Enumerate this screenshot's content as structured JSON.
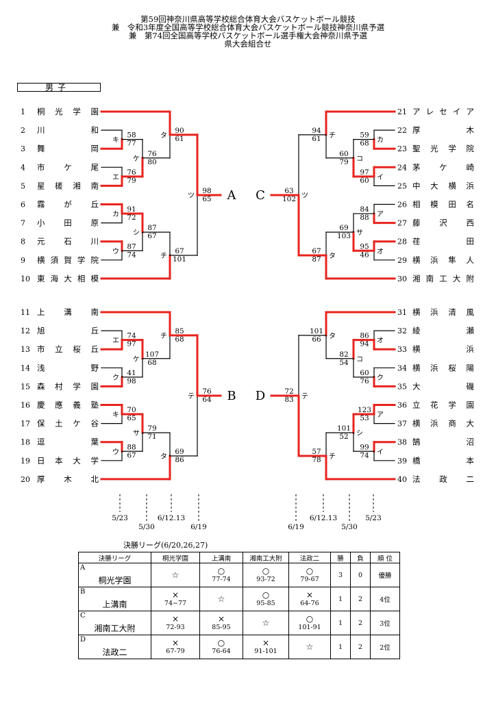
{
  "titles": [
    "第59回神奈川県高等学校総合体育大会バスケットボール競技",
    "兼　令和3年度全国高等学校総合体育大会バスケットボール競技神奈川県予選",
    "兼　第74回全国高等学校バスケットボール選手権大会神奈川県予選",
    "県大会組合せ"
  ],
  "section": "男子",
  "teams_left": [
    {
      "no": "1",
      "name": "桐光学園"
    },
    {
      "no": "2",
      "name": "川和"
    },
    {
      "no": "3",
      "name": "舞岡"
    },
    {
      "no": "4",
      "name": "市ケ尾"
    },
    {
      "no": "5",
      "name": "星槎湘南"
    },
    {
      "no": "6",
      "name": "霧が丘"
    },
    {
      "no": "7",
      "name": "小田原"
    },
    {
      "no": "8",
      "name": "元石川"
    },
    {
      "no": "9",
      "name": "横須賀学院"
    },
    {
      "no": "10",
      "name": "東海大相模"
    },
    {
      "no": "11",
      "name": "上溝南"
    },
    {
      "no": "12",
      "name": "旭丘"
    },
    {
      "no": "13",
      "name": "市立桜丘"
    },
    {
      "no": "14",
      "name": "浅野"
    },
    {
      "no": "15",
      "name": "森村学園"
    },
    {
      "no": "16",
      "name": "慶應義塾"
    },
    {
      "no": "17",
      "name": "保土ケ谷"
    },
    {
      "no": "18",
      "name": "逗葉"
    },
    {
      "no": "19",
      "name": "日本大学"
    },
    {
      "no": "20",
      "name": "厚木北"
    }
  ],
  "teams_right": [
    {
      "no": "21",
      "name": "アレセイア"
    },
    {
      "no": "22",
      "name": "厚木"
    },
    {
      "no": "23",
      "name": "聖光学院"
    },
    {
      "no": "24",
      "name": "茅ケ崎"
    },
    {
      "no": "25",
      "name": "中大横浜"
    },
    {
      "no": "26",
      "name": "相模田名"
    },
    {
      "no": "27",
      "name": "藤沢西"
    },
    {
      "no": "28",
      "name": "荏田"
    },
    {
      "no": "29",
      "name": "横浜隼人"
    },
    {
      "no": "30",
      "name": "湘南工大附"
    },
    {
      "no": "31",
      "name": "横浜清風"
    },
    {
      "no": "32",
      "name": "綾瀬"
    },
    {
      "no": "33",
      "name": "横浜"
    },
    {
      "no": "34",
      "name": "横浜桜陽"
    },
    {
      "no": "35",
      "name": "大磯"
    },
    {
      "no": "36",
      "name": "立花学園"
    },
    {
      "no": "37",
      "name": "横浜商大"
    },
    {
      "no": "38",
      "name": "鵠沼"
    },
    {
      "no": "39",
      "name": "橋本"
    },
    {
      "no": "40",
      "name": "法政二"
    }
  ],
  "blocks": [
    "A",
    "B",
    "C",
    "D"
  ],
  "games_left": [
    {
      "code": "キ",
      "top": "58",
      "bottom": "77"
    },
    {
      "code": "エ",
      "top": "76",
      "bottom": "79"
    },
    {
      "code": "カ",
      "top": "91",
      "bottom": "72"
    },
    {
      "code": "ウ",
      "top": "87",
      "bottom": "74"
    },
    {
      "code": "ケ",
      "top": "76",
      "bottom": "80"
    },
    {
      "code": "シ",
      "top": "87",
      "bottom": "67"
    },
    {
      "code": "タ",
      "top": "90",
      "bottom": "61"
    },
    {
      "code": "チ",
      "top": "67",
      "bottom": "101"
    },
    {
      "code": "ツ",
      "top": "98",
      "bottom": "65"
    },
    {
      "code": "エ",
      "top": "74",
      "bottom": "97"
    },
    {
      "code": "ク",
      "top": "41",
      "bottom": "98"
    },
    {
      "code": "キ",
      "top": "70",
      "bottom": "65"
    },
    {
      "code": "ウ",
      "top": "88",
      "bottom": "67"
    },
    {
      "code": "ケ",
      "top": "107",
      "bottom": "68"
    },
    {
      "code": "サ",
      "top": "79",
      "bottom": "71"
    },
    {
      "code": "チ",
      "top": "85",
      "bottom": "68"
    },
    {
      "code": "タ",
      "top": "69",
      "bottom": "86"
    },
    {
      "code": "テ",
      "top": "76",
      "bottom": "64"
    }
  ],
  "games_right": [
    {
      "code": "カ",
      "top": "59",
      "bottom": "68"
    },
    {
      "code": "イ",
      "top": "97",
      "bottom": "60"
    },
    {
      "code": "ア",
      "top": "84",
      "bottom": "88"
    },
    {
      "code": "オ",
      "top": "95",
      "bottom": "46"
    },
    {
      "code": "コ",
      "top": "60",
      "bottom": "79"
    },
    {
      "code": "サ",
      "top": "69",
      "bottom": "103"
    },
    {
      "code": "チ",
      "top": "94",
      "bottom": "61"
    },
    {
      "code": "タ",
      "top": "67",
      "bottom": "87"
    },
    {
      "code": "ツ",
      "top": "63",
      "bottom": "102"
    },
    {
      "code": "オ",
      "top": "86",
      "bottom": "94"
    },
    {
      "code": "ク",
      "top": "60",
      "bottom": "76"
    },
    {
      "code": "ア",
      "top": "123",
      "bottom": "53"
    },
    {
      "code": "イ",
      "top": "99",
      "bottom": "74"
    },
    {
      "code": "コ",
      "top": "82",
      "bottom": "54"
    },
    {
      "code": "シ",
      "top": "101",
      "bottom": "52"
    },
    {
      "code": "タ",
      "top": "101",
      "bottom": "66"
    },
    {
      "code": "チ",
      "top": "57",
      "bottom": "78"
    },
    {
      "code": "テ",
      "top": "72",
      "bottom": "83"
    }
  ],
  "dates_left": [
    "5/23",
    "5/30",
    "6/12.13",
    "6/19"
  ],
  "dates_right": [
    "6/19",
    "6/12.13",
    "5/30",
    "5/23"
  ],
  "final_league": {
    "title": "決勝リーグ(6/20,26,27)",
    "headers": [
      "決勝リーグ",
      "桐光学園",
      "上溝南",
      "湘南工大附",
      "法政二",
      "勝",
      "負",
      "順 位"
    ],
    "rows": [
      {
        "letter": "A",
        "team": "桐光学園",
        "cells": [
          [
            "☆",
            ""
          ],
          [
            "○",
            "77-74"
          ],
          [
            "○",
            "93-72"
          ],
          [
            "○",
            "79-67"
          ]
        ],
        "win": "3",
        "loss": "0",
        "rank": "優勝"
      },
      {
        "letter": "B",
        "team": "上溝南",
        "cells": [
          [
            "×",
            "74−77"
          ],
          [
            "☆",
            ""
          ],
          [
            "○",
            "95-85"
          ],
          [
            "×",
            "64-76"
          ]
        ],
        "win": "1",
        "loss": "2",
        "rank": "4位"
      },
      {
        "letter": "C",
        "team": "湘南工大附",
        "cells": [
          [
            "×",
            "72-93"
          ],
          [
            "×",
            "85-95"
          ],
          [
            "☆",
            ""
          ],
          [
            "○",
            "101-91"
          ]
        ],
        "win": "1",
        "loss": "2",
        "rank": "3位"
      },
      {
        "letter": "D",
        "team": "法政二",
        "cells": [
          [
            "×",
            "67-79"
          ],
          [
            "○",
            "76-64"
          ],
          [
            "×",
            "91-101"
          ],
          [
            "☆",
            ""
          ]
        ],
        "win": "1",
        "loss": "2",
        "rank": "2位"
      }
    ]
  },
  "colors": {
    "winner": "#e8231e",
    "line": "#000000"
  }
}
